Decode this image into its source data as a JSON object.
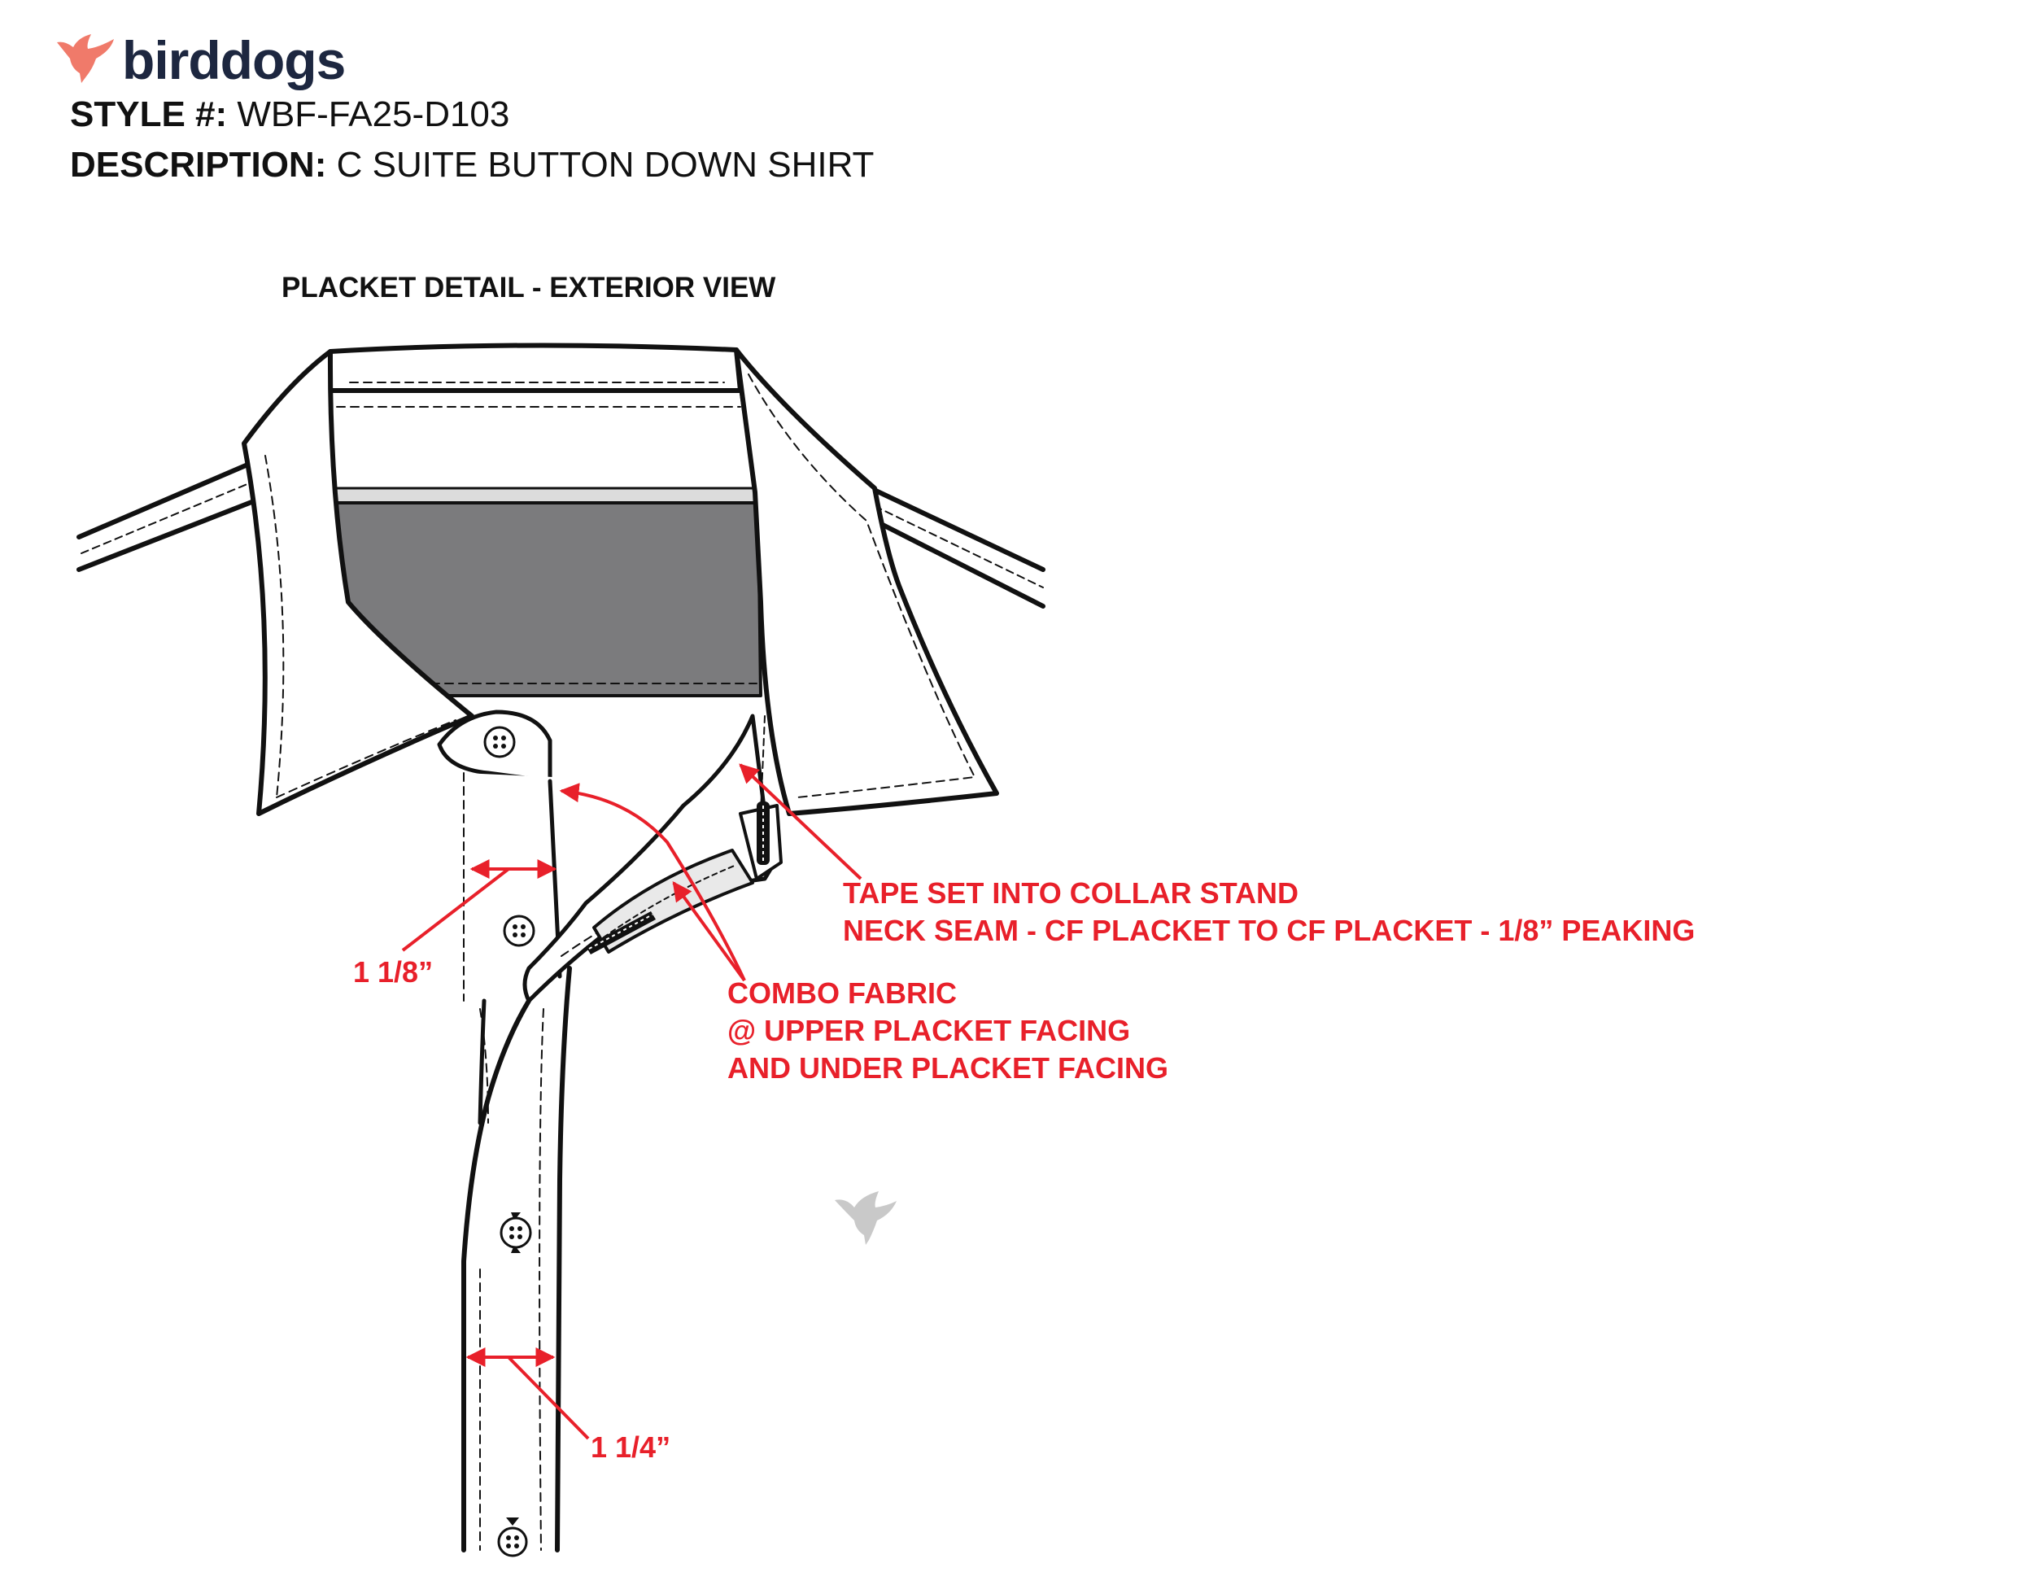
{
  "header": {
    "brand": "birddogs",
    "style_label": "STYLE #:",
    "style_value": "WBF-FA25-D103",
    "description_label": "DESCRIPTION:",
    "description_value": "C SUITE BUTTON DOWN SHIRT"
  },
  "view_title": "PLACKET DETAIL - EXTERIOR VIEW",
  "annotations": {
    "tape": [
      "TAPE SET INTO COLLAR STAND",
      "NECK SEAM - CF PLACKET TO CF PLACKET - 1/8” PEAKING"
    ],
    "combo": [
      "COMBO FABRIC",
      "@ UPPER PLACKET FACING",
      "AND UNDER PLACKET FACING"
    ],
    "measure_upper": "1 1/8”",
    "measure_lower": "1 1/4”"
  },
  "colors": {
    "accent_red": "#e8202a",
    "brand_navy": "#1d2740",
    "brand_coral": "#f07a6a",
    "collar_band_gray": "#7b7b7d",
    "watermark_gray": "#c9c9c9"
  }
}
